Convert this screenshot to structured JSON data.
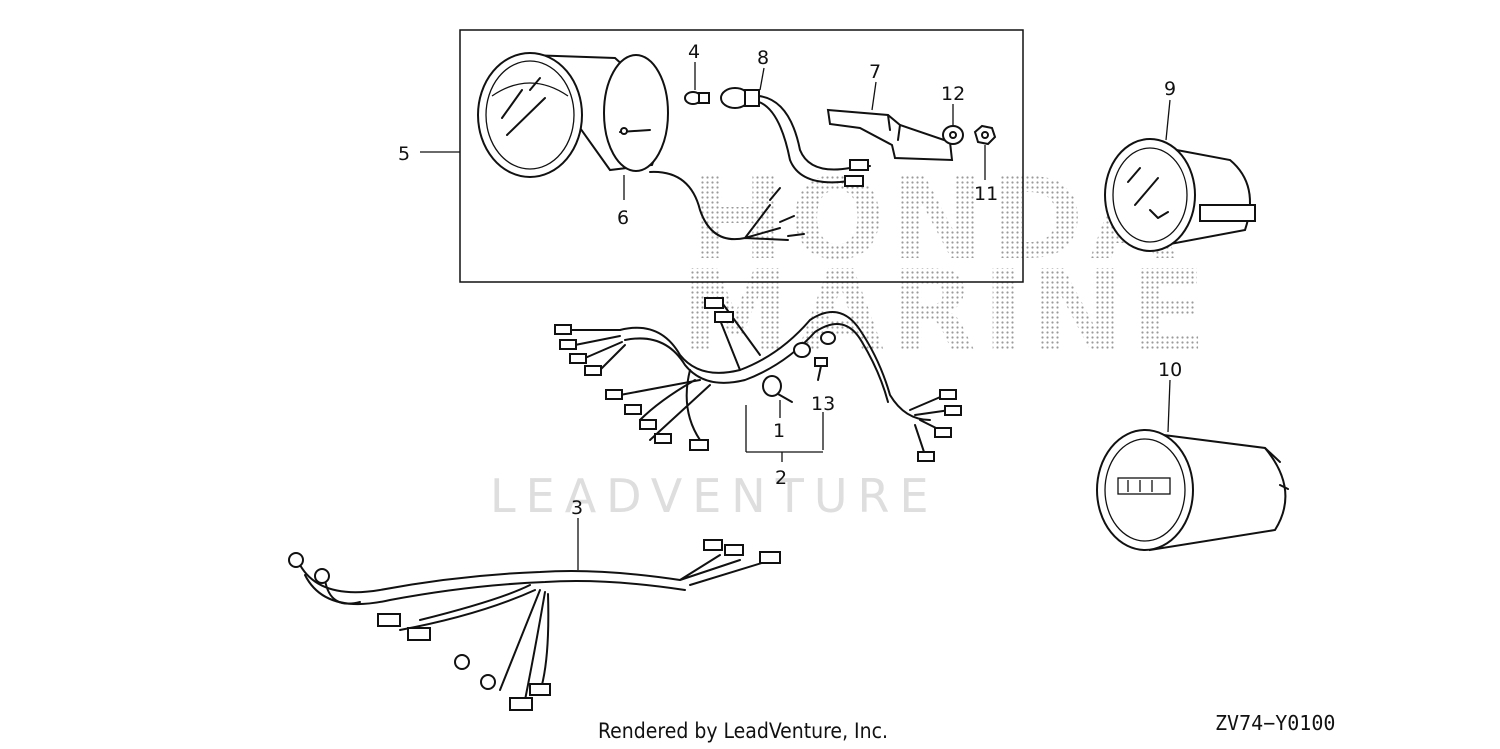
{
  "watermark": {
    "brand_line1": "HONDA",
    "brand_line2": "MARINE",
    "vendor": "LEADVENTURE"
  },
  "footer": {
    "credit": "Rendered by LeadVenture, Inc.",
    "diagram_code": "ZV74−Y0100"
  },
  "callouts": {
    "n1": "1",
    "n2": "2",
    "n3": "3",
    "n4": "4",
    "n5": "5",
    "n6": "6",
    "n7": "7",
    "n8": "8",
    "n9": "9",
    "n10": "10",
    "n11": "11",
    "n12": "12",
    "n13": "13"
  },
  "colors": {
    "ink": "#111111",
    "watermark": "#dedede",
    "background": "#ffffff"
  }
}
